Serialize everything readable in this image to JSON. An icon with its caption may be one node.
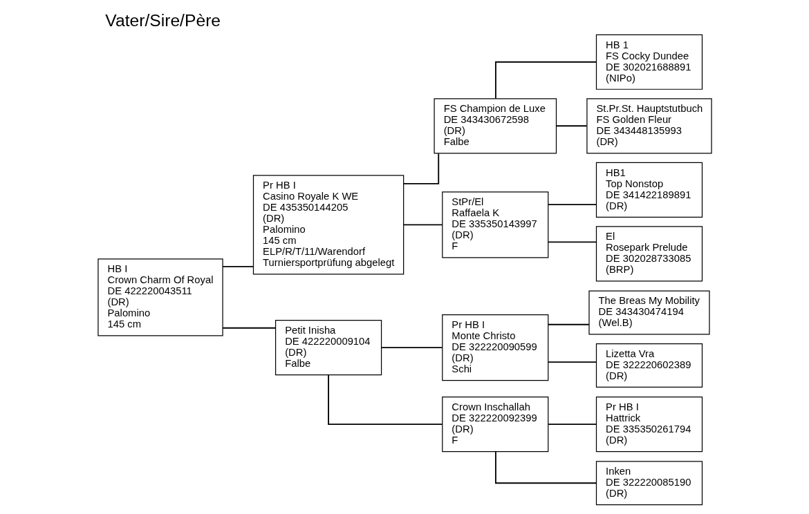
{
  "diagram": {
    "title": "Vater/Sire/Père",
    "nodes": [
      {
        "text": [
          "HB I",
          "Crown Charm Of Royal",
          "DE 422220043511",
          "(DR)",
          "Palomino",
          "145 cm"
        ]
      },
      {
        "text": [
          "Pr HB I",
          "Casino Royale K WE",
          "DE 435350144205",
          "(DR)",
          "Palomino",
          "145 cm",
          "ELP/R/T/11/Warendorf",
          "Turniersportprüfung abgelegt"
        ]
      },
      {
        "text": [
          "Petit Inisha",
          "DE 422220009104",
          "(DR)",
          "Falbe"
        ]
      },
      {
        "text": [
          "FS Champion de Luxe",
          "DE 343430672598",
          "(DR)",
          "Falbe"
        ]
      },
      {
        "text": [
          "StPr/El",
          "Raffaela K",
          "DE 335350143997",
          "(DR)",
          "F"
        ]
      },
      {
        "text": [
          "Pr HB I",
          "Monte Christo",
          "DE 322220090599",
          "(DR)",
          "Schi"
        ]
      },
      {
        "text": [
          "Crown Inschallah",
          "DE 322220092399",
          "(DR)",
          "F"
        ]
      },
      {
        "text": [
          "HB 1",
          "FS Cocky Dundee",
          "DE 302021688891",
          "(NIPo)"
        ]
      },
      {
        "text": [
          "St.Pr.St. Hauptstutbuch",
          "FS Golden Fleur",
          "DE 343448135993",
          "(DR)"
        ]
      },
      {
        "text": [
          "HB1",
          "Top Nonstop",
          "DE 341422189891",
          "(DR)"
        ]
      },
      {
        "text": [
          "El",
          "Rosepark Prelude",
          "DE 302028733085",
          "(BRP)"
        ]
      },
      {
        "text": [
          "The Breas My Mobility",
          "DE 343430474194",
          "(Wel.B)"
        ]
      },
      {
        "text": [
          "Lizetta Vra",
          "DE 322220602389",
          "(DR)"
        ]
      },
      {
        "text": [
          "Pr HB I",
          "Hattrick",
          "DE 335350261794",
          "(DR)"
        ]
      },
      {
        "text": [
          "Inken",
          "DE 322220085190",
          "(DR)"
        ]
      }
    ],
    "edges": [
      {
        "from": 0,
        "to": 1,
        "arrow": "none"
      },
      {
        "from": 0,
        "to": 2,
        "arrow": "none"
      },
      {
        "from": 1,
        "to": 3,
        "arrow": "none"
      },
      {
        "from": 1,
        "to": 4,
        "arrow": "none"
      },
      {
        "from": 2,
        "to": 5,
        "arrow": "none"
      },
      {
        "from": 2,
        "to": 6,
        "arrow": "none"
      },
      {
        "from": 3,
        "to": 7,
        "arrow": "none"
      },
      {
        "from": 3,
        "to": 8,
        "arrow": "none"
      },
      {
        "from": 4,
        "to": 9,
        "arrow": "none"
      },
      {
        "from": 4,
        "to": 10,
        "arrow": "none"
      },
      {
        "from": 5,
        "to": 11,
        "arrow": "none"
      },
      {
        "from": 5,
        "to": 12,
        "arrow": "none"
      },
      {
        "from": 6,
        "to": 13,
        "arrow": "none"
      },
      {
        "from": 6,
        "to": 14,
        "arrow": "none"
      }
    ]
  }
}
